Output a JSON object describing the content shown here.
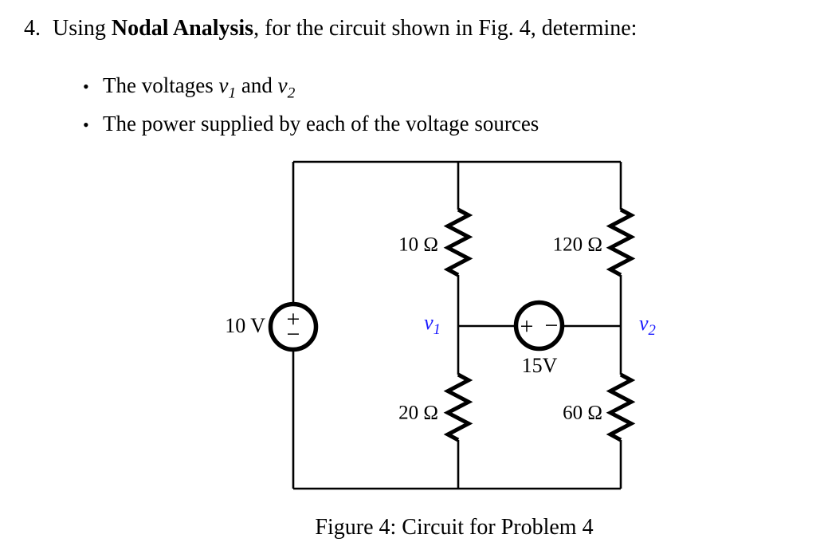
{
  "colors": {
    "ink": "#000000",
    "node_label_blue": "#1a1aff",
    "background": "#ffffff"
  },
  "problem": {
    "number": "4.",
    "lead": "Using ",
    "bold": "Nodal Analysis",
    "rest": ", for the circuit shown in Fig. 4, determine:",
    "bullet_char": "•",
    "bullet1": {
      "pre": "The voltages ",
      "v1_base": "v",
      "v1_sub": "1",
      "mid": " and ",
      "v2_base": "v",
      "v2_sub": "2"
    },
    "bullet2": "The power supplied by each of the voltage sources"
  },
  "circuit": {
    "source_10v": {
      "label": "10 V",
      "plus": "+",
      "minus": "−"
    },
    "source_15v": {
      "label": "15V",
      "plus": "+",
      "minus": "−"
    },
    "resistor_top_mid": "10 Ω",
    "resistor_top_right": "120 Ω",
    "resistor_bottom_mid": "20 Ω",
    "resistor_bottom_right": "60 Ω",
    "node_v1": {
      "base": "v",
      "sub": "1"
    },
    "node_v2": {
      "base": "v",
      "sub": "2"
    }
  },
  "caption": "Figure 4: Circuit for Problem 4"
}
